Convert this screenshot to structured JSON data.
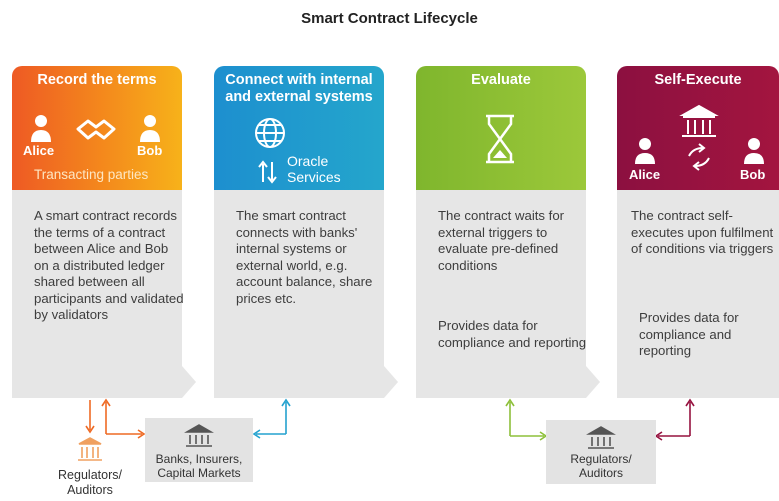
{
  "title": "Smart Contract Lifecycle",
  "columns": [
    {
      "title": "Record the terms",
      "people": [
        "Alice",
        "Bob"
      ],
      "subtitle": "Transacting parties",
      "text": "A smart contract records the terms of a contract between Alice and Bob on a distributed ledger shared between all participants and validated by validators",
      "icons": [
        "person-icon",
        "handshake-icon",
        "person-icon"
      ]
    },
    {
      "title": "Connect with internal and external systems",
      "service_label": "Oracle Services",
      "text": "The smart contract connects with banks' internal systems or external world, e.g. account balance, share prices etc.",
      "icons": [
        "globe-icon",
        "exchange-arrows-icon"
      ]
    },
    {
      "title": "Evaluate",
      "text": "The contract waits for external triggers to evaluate pre-defined conditions",
      "text2": "Provides data for compliance and reporting",
      "icons": [
        "hourglass-icon"
      ]
    },
    {
      "title": "Self-Execute",
      "people": [
        "Alice",
        "Bob"
      ],
      "text": "The contract self-executes upon fulfilment of conditions via triggers",
      "text2": "Provides data for compliance and reporting",
      "icons": [
        "bank-icon",
        "person-icon",
        "cycle-arrows-icon",
        "person-icon"
      ]
    }
  ],
  "bottom": {
    "regulators_left": "Regulators/ Auditors",
    "banks": "Banks, Insurers, Capital Markets",
    "regulators_right": "Regulators/ Auditors"
  },
  "colors": {
    "orange": "#ee6a24",
    "blue": "#24a2cf",
    "green": "#8dc03a",
    "maroon": "#96123f",
    "grey": "#e6e6e6"
  }
}
